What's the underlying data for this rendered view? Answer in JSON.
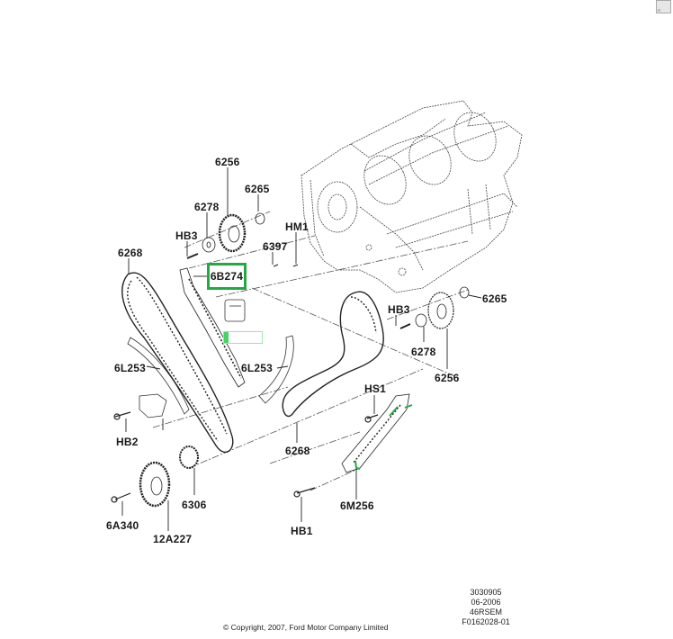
{
  "window": {
    "corner_button": "restore"
  },
  "diagram": {
    "title": "Timing chain and engine block exploded view",
    "callouts": {
      "c6256_top": "6256",
      "c6265_top": "6265",
      "c6278_top": "6278",
      "hb3_top": "HB3",
      "hm1": "HM1",
      "c6397": "6397",
      "c6268_left": "6268",
      "c6b274": "6B274",
      "c6l253_left": "6L253",
      "c6l253_right": "6L253",
      "hb3_right": "HB3",
      "c6265_right": "6265",
      "c6278_right": "6278",
      "c6256_right": "6256",
      "hs1": "HS1",
      "hb2": "HB2",
      "c6268_bottom": "6268",
      "c6306": "6306",
      "c6m256": "6M256",
      "c6a340": "6A340",
      "c12a227": "12A227",
      "hb1": "HB1"
    },
    "highlighted_part": "6B274",
    "highlight_color": "#22a845"
  },
  "footer": {
    "code_1": "3030905",
    "date": "06-2006",
    "model_code": "46RSEM",
    "figure_id": "F0162028-01",
    "copyright": "© Copyright, 2007, Ford Motor Company Limited"
  }
}
